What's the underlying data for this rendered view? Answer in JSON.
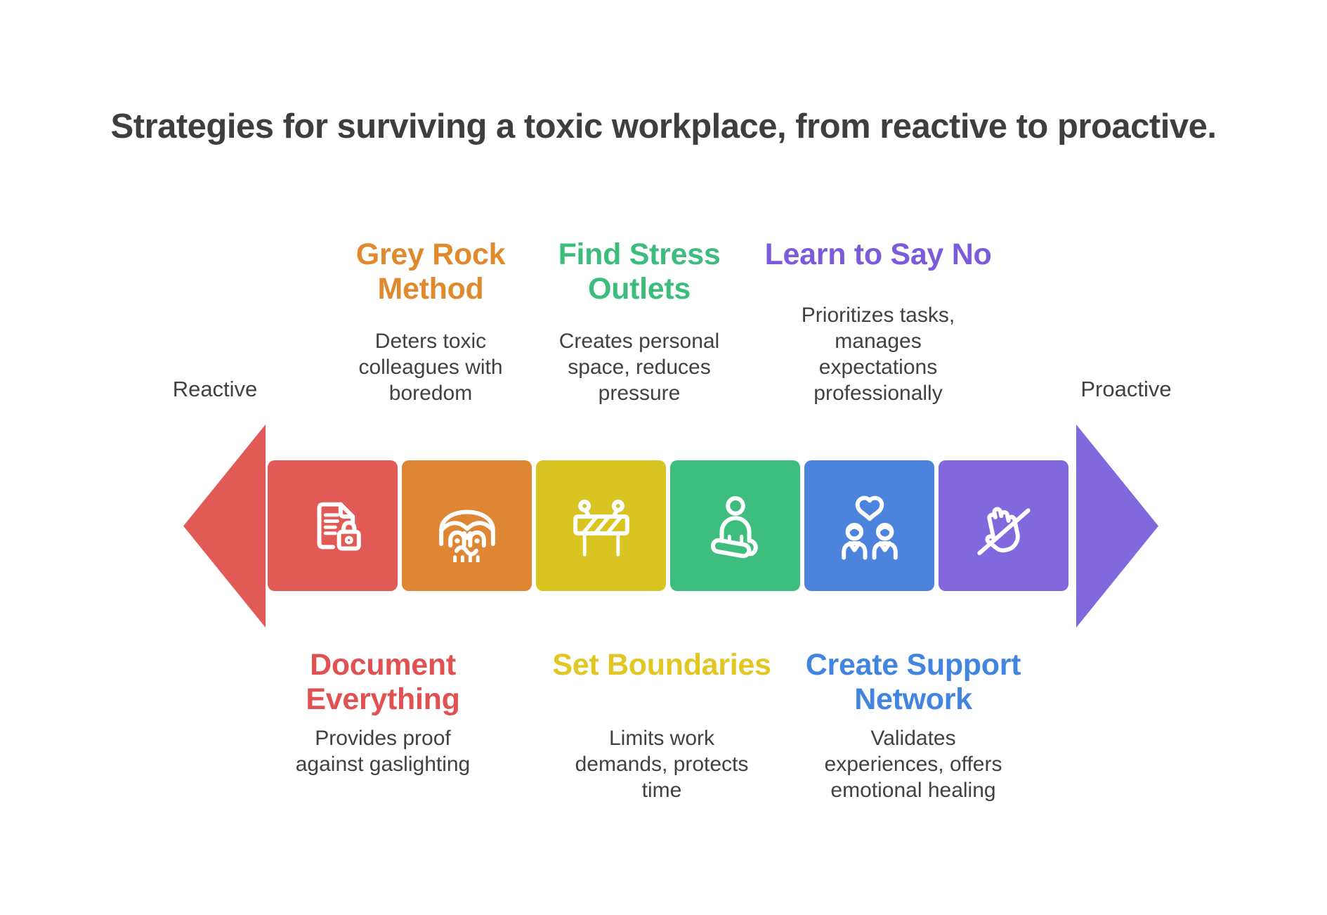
{
  "title": "Strategies for surviving a toxic workplace, from reactive to proactive.",
  "title_color": "#3E3E40",
  "text_color": "#3F4245",
  "axis": {
    "left_label": "Reactive",
    "right_label": "Proactive",
    "arrow_left_color": "#E25A56",
    "arrow_right_color": "#8168DC"
  },
  "items": [
    {
      "label": "Document Everything",
      "description": "Provides proof against gaslighting",
      "position": "bottom",
      "box_color": "#E25A56",
      "heading_color": "#E05252",
      "icon": "document-lock-icon"
    },
    {
      "label": "Grey Rock Method",
      "description": "Deters toxic colleagues with boredom",
      "position": "top",
      "box_color": "#DE8633",
      "heading_color": "#E08A2E",
      "icon": "grey-rock-mask-icon"
    },
    {
      "label": "Set Boundaries",
      "description": "Limits work demands, protects time",
      "position": "bottom",
      "box_color": "#D8C522",
      "heading_color": "#E2C723",
      "icon": "barrier-icon"
    },
    {
      "label": "Find Stress Outlets",
      "description": "Creates personal space, reduces pressure",
      "position": "top",
      "box_color": "#3EBE7E",
      "heading_color": "#3CBD7C",
      "icon": "meditation-icon"
    },
    {
      "label": "Create Support Network",
      "description": "Validates experiences, offers emotional healing",
      "position": "bottom",
      "box_color": "#4C83DC",
      "heading_color": "#4285E0",
      "icon": "support-network-icon"
    },
    {
      "label": "Learn to Say No",
      "description": "Prioritizes tasks, manages expectations professionally",
      "position": "top",
      "box_color": "#8168DC",
      "heading_color": "#7C5BDB",
      "icon": "hand-no-icon"
    }
  ]
}
